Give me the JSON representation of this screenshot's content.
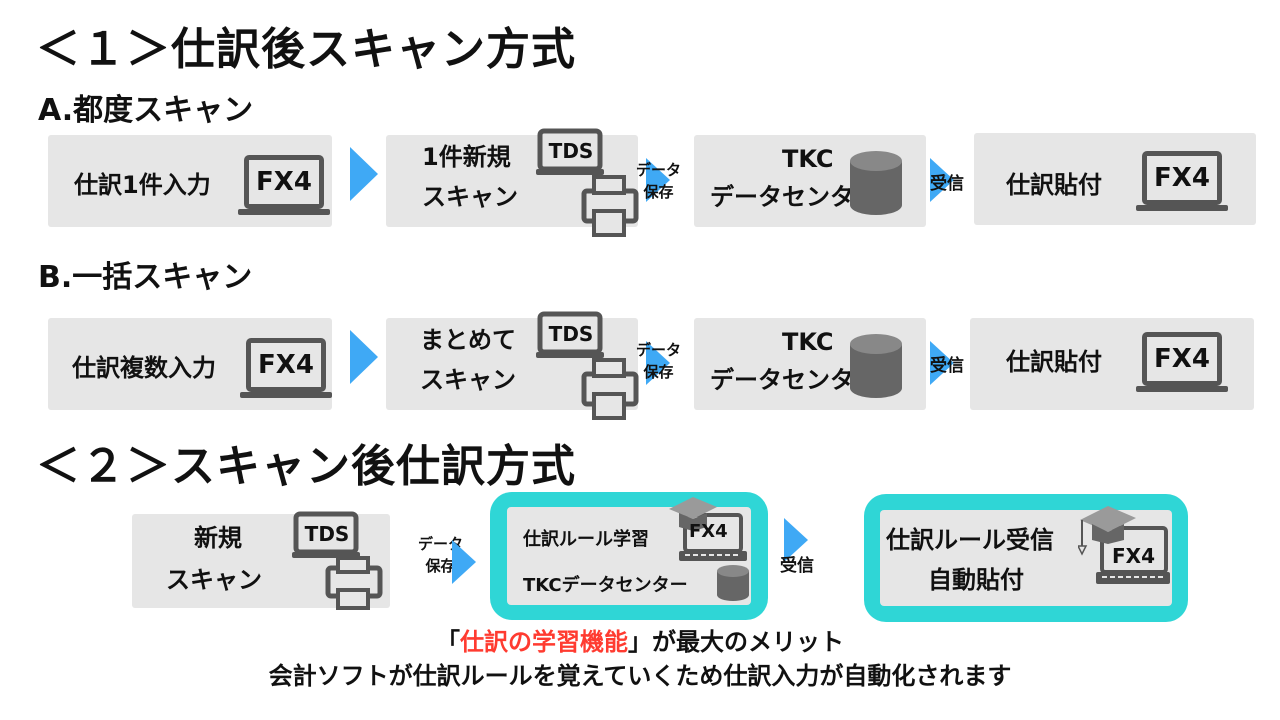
{
  "section1": {
    "title": "＜１＞仕訳後スキャン方式",
    "rowA": {
      "label": "A.都度スキャン",
      "step1": "仕訳1件入力",
      "step2_line1": "1件新規",
      "step2_line2": "スキャン",
      "save_line1": "データ",
      "save_line2": "保存",
      "center_line1": "TKC",
      "center_line2": "データセンター",
      "receive": "受信",
      "step4": "仕訳貼付"
    },
    "rowB": {
      "label": "B.一括スキャン",
      "step1": "仕訳複数入力",
      "step2_line1": "まとめて",
      "step2_line2": "スキャン",
      "save_line1": "データ",
      "save_line2": "保存",
      "center_line1": "TKC",
      "center_line2": "データセンター",
      "receive": "受信",
      "step4": "仕訳貼付"
    }
  },
  "section2": {
    "title": "＜２＞スキャン後仕訳方式",
    "step1_line1": "新規",
    "step1_line2": "スキャン",
    "save_line1": "データ",
    "save_line2": "保存",
    "learn": "仕訳ルール学習",
    "center": "TKCデータセンター",
    "receive": "受信",
    "result_line1": "仕訳ルール受信",
    "result_line2": "自動貼付"
  },
  "labels": {
    "fx4": "FX4",
    "tds": "TDS"
  },
  "footer": {
    "bracket_open": "「",
    "highlight": "仕訳の学習機能",
    "bracket_close": "」が最大のメリット",
    "line2": "会計ソフトが仕訳ルールを覚えていくため仕訳入力が自動化されます"
  },
  "colors": {
    "arrow": "#3fa9f5",
    "glow": "#2fd6d6",
    "highlight": "#ff3b30",
    "box": "#e6e6e6"
  }
}
